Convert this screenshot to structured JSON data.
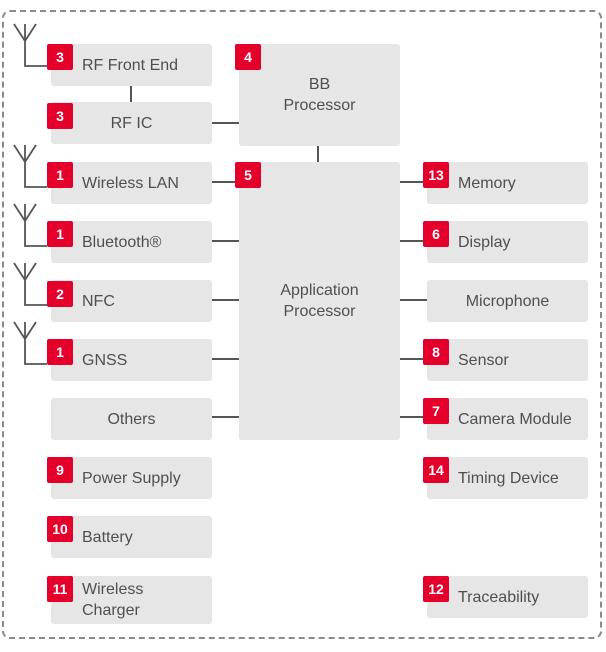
{
  "blocks": {
    "rf_front_end": {
      "label": "RF Front End",
      "badge": "3"
    },
    "rf_ic": {
      "label": "RF IC",
      "badge": "3"
    },
    "wireless_lan": {
      "label": "Wireless LAN",
      "badge": "1"
    },
    "bluetooth": {
      "label": "Bluetooth®",
      "badge": "1"
    },
    "nfc": {
      "label": "NFC",
      "badge": "2"
    },
    "gnss": {
      "label": "GNSS",
      "badge": "1"
    },
    "others": {
      "label": "Others"
    },
    "power_supply": {
      "label": "Power Supply",
      "badge": "9"
    },
    "battery": {
      "label": "Battery",
      "badge": "10"
    },
    "wireless_charger": {
      "label": "Wireless\nCharger",
      "badge": "11"
    },
    "bb_processor": {
      "label": "BB\nProcessor",
      "badge": "4"
    },
    "application_processor": {
      "label": "Application\nProcessor",
      "badge": "5"
    },
    "memory": {
      "label": "Memory",
      "badge": "13"
    },
    "display": {
      "label": "Display",
      "badge": "6"
    },
    "microphone": {
      "label": "Microphone"
    },
    "sensor": {
      "label": "Sensor",
      "badge": "8"
    },
    "camera_module": {
      "label": "Camera Module",
      "badge": "7"
    },
    "timing_device": {
      "label": "Timing Device",
      "badge": "14"
    },
    "traceability": {
      "label": "Traceability",
      "badge": "12"
    }
  },
  "colors": {
    "badge": "#e5002b",
    "box": "#e6e6e6",
    "line": "#555555"
  },
  "icons": [
    "antenna-icon"
  ]
}
